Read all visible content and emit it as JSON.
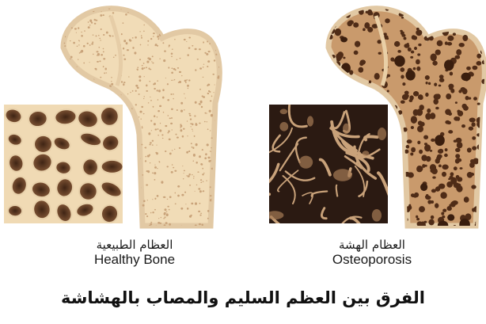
{
  "healthy": {
    "label_ar": "العظام الطبيعية",
    "label_en": "Healthy Bone"
  },
  "osteoporosis": {
    "label_ar": "العظام الهشة",
    "label_en": "Osteoporosis"
  },
  "caption": "الفرق بين العظم السليم والمصاب بالهشاشة",
  "colors": {
    "bone_outline": "#e2c9a4",
    "bone_fill": "#f1dcb7",
    "healthy_trabecula": "#f3deb9",
    "healthy_pore": "#7a5034",
    "osteo_trabecula": "#d8b08a",
    "osteo_pore": "#4a2a17",
    "square_bg": "#2b1a12"
  }
}
